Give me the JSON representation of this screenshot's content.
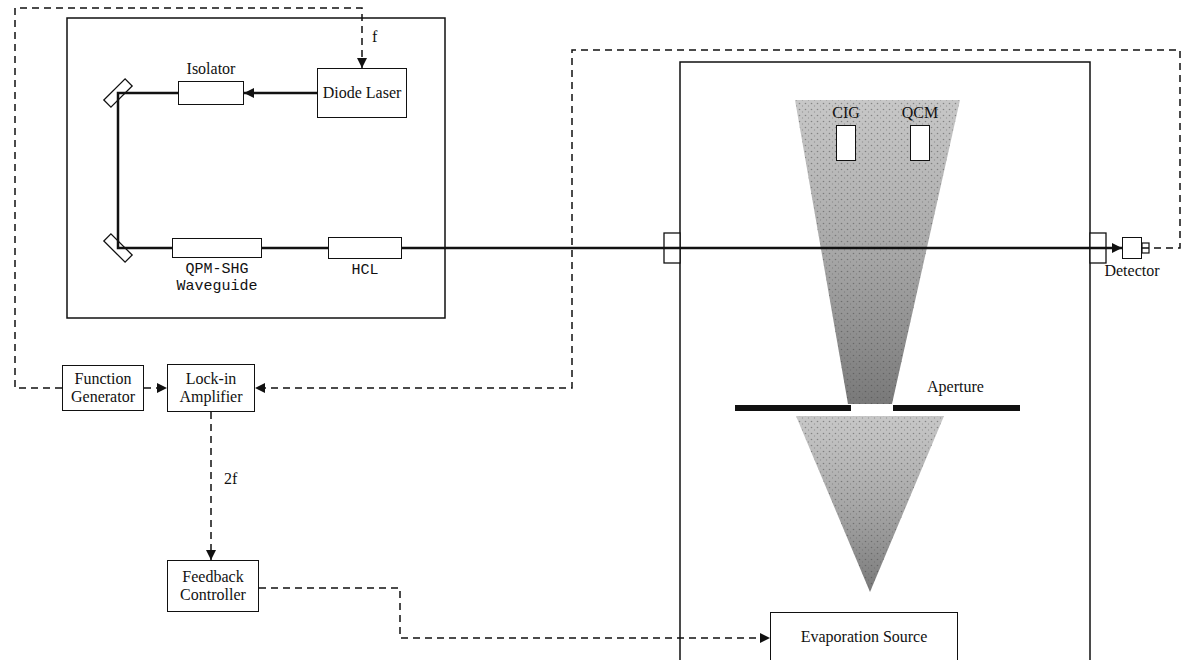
{
  "diagram": {
    "nodes": [
      {
        "text": [
          "Isolator"
        ]
      },
      {
        "text": [
          "Diode Laser"
        ]
      },
      {
        "text": [
          "QPM-SHG Waveguide"
        ]
      },
      {
        "text": [
          "HCL"
        ]
      },
      {
        "text": [
          "CIG"
        ]
      },
      {
        "text": [
          "QCM"
        ]
      },
      {
        "text": [
          "Detector"
        ]
      },
      {
        "text": [
          "Function Generator"
        ]
      },
      {
        "text": [
          "Lock-in Amplifier"
        ]
      },
      {
        "text": [
          "Feedback Controller"
        ]
      },
      {
        "text": [
          "Evaporation Source"
        ]
      }
    ],
    "edges": [
      {
        "from": 7,
        "to": 1,
        "label": "f",
        "arrow": "to"
      },
      {
        "from": 7,
        "to": 8,
        "arrow": "to"
      },
      {
        "from": 6,
        "to": 8,
        "arrow": "to"
      },
      {
        "from": 8,
        "to": 9,
        "label": "2f",
        "arrow": "to"
      },
      {
        "from": 9,
        "to": 10,
        "arrow": "to"
      },
      {
        "from": 1,
        "to": 0,
        "arrow": "to"
      },
      {
        "from": 0,
        "to": 2,
        "arrow": "none"
      },
      {
        "from": 2,
        "to": 3,
        "arrow": "none"
      },
      {
        "from": 3,
        "to": 6,
        "arrow": "to"
      }
    ],
    "labels": [
      "Aperture"
    ]
  }
}
